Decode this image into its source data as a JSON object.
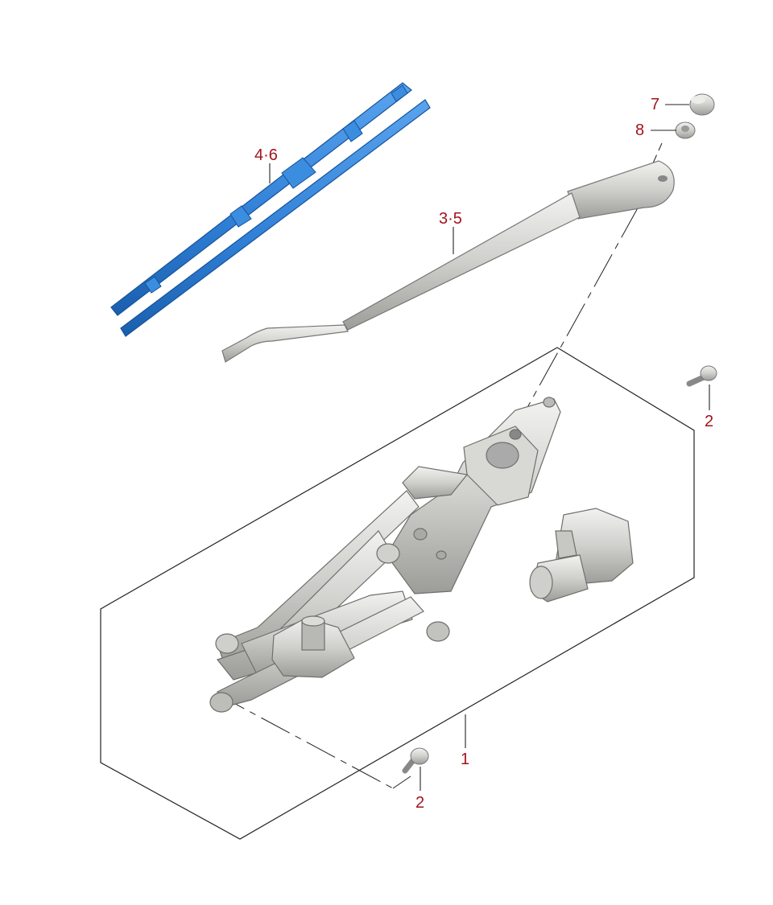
{
  "accent_label_color": "#a3131c",
  "blade_color": "#2f7fd6",
  "metal_color": "#cfcfcc",
  "callouts": {
    "c1": "1",
    "c2_top": "2",
    "c2_bottom": "2",
    "c35": "3·5",
    "c46": "4·6",
    "c7": "7",
    "c8": "8"
  },
  "parts": {
    "wiper_blade": "wiper-blade",
    "wiper_arm": "wiper-arm",
    "cap": "cap",
    "nut": "nut",
    "bolt_top": "bolt",
    "bolt_bottom": "bolt",
    "linkage": "wiper-linkage",
    "motor": "wiper-motor"
  }
}
